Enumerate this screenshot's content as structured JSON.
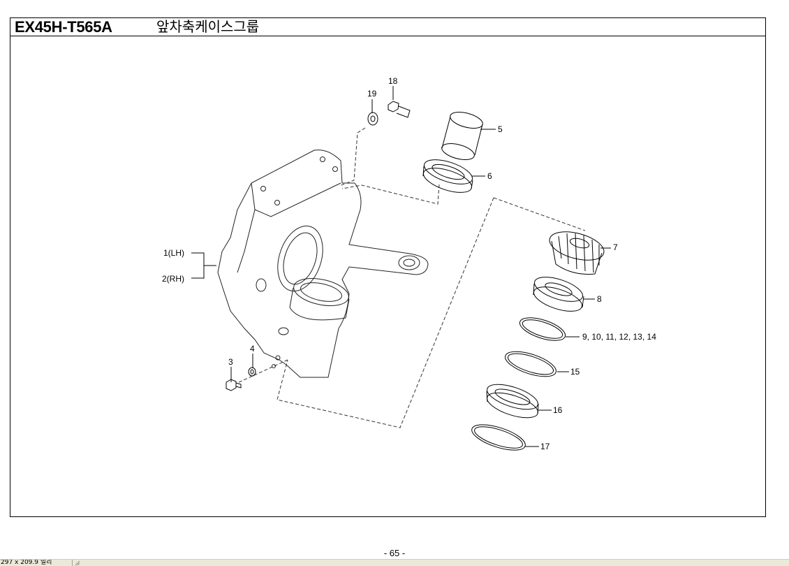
{
  "header": {
    "model": "EX45H-T565A",
    "group_name": "앞차축케이스그룹"
  },
  "callouts": {
    "c1": "1(LH)",
    "c2": "2(RH)",
    "c3": "3",
    "c4": "4",
    "c5": "5",
    "c6": "6",
    "c7": "7",
    "c8": "8",
    "c9": "9, 10, 11, 12, 13, 14",
    "c15": "15",
    "c16": "16",
    "c17": "17",
    "c18": "18",
    "c19": "19"
  },
  "footer": {
    "page": "- 65 -"
  },
  "statusbar": {
    "size_text": "297 x 209.9 밀리"
  }
}
